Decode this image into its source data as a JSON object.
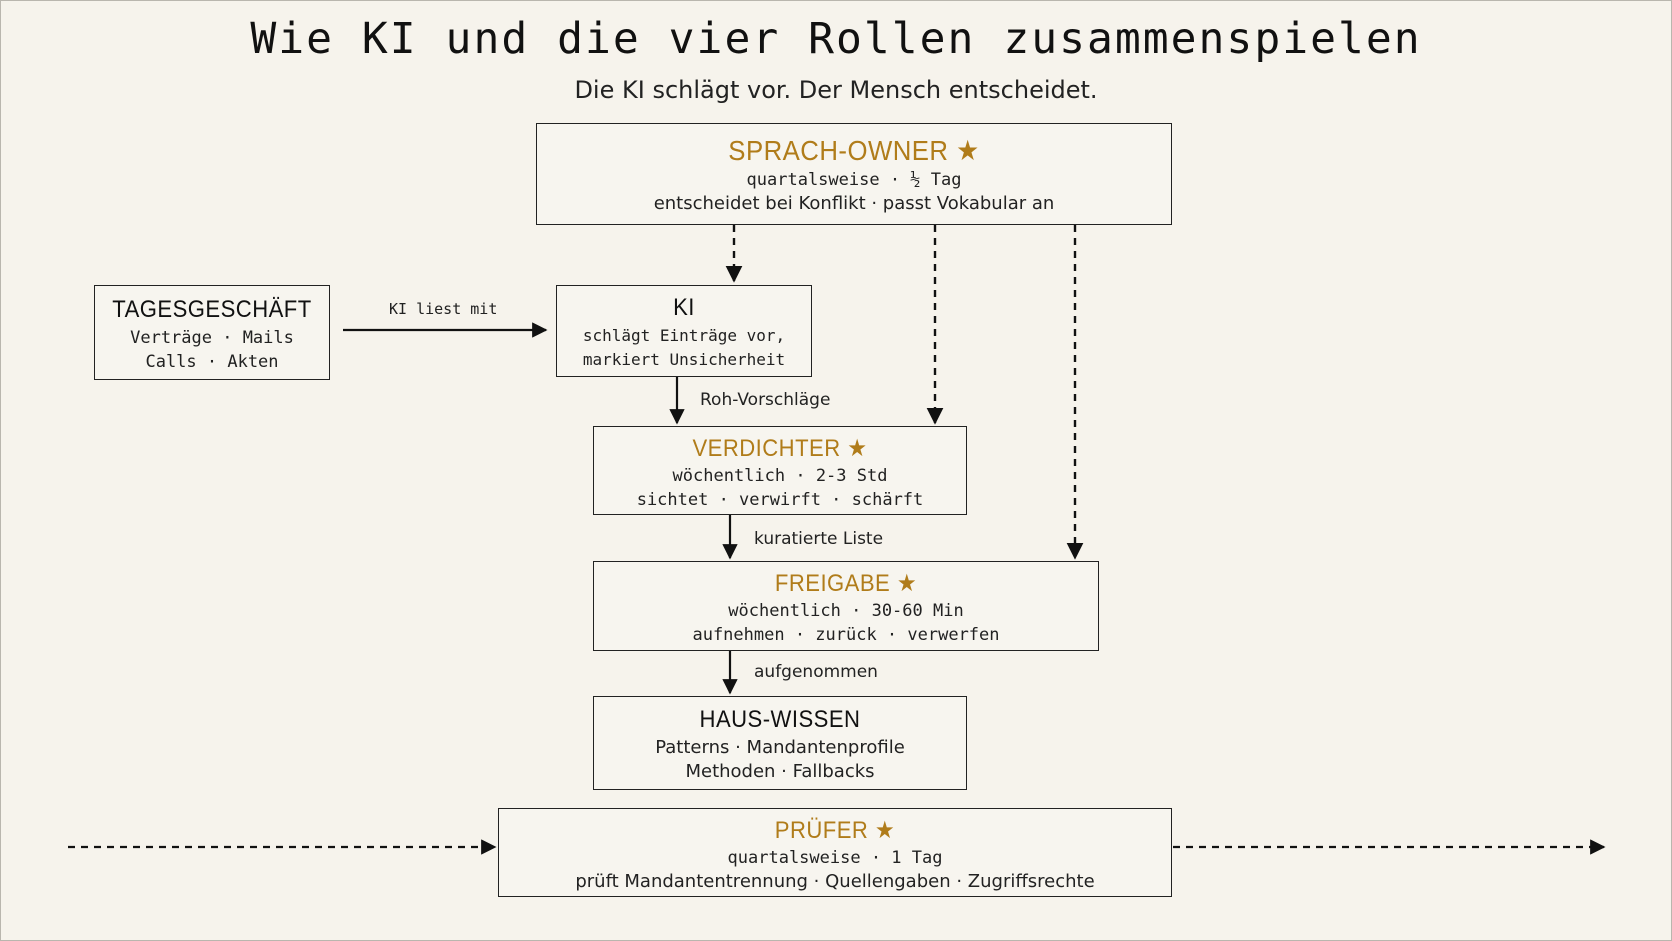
{
  "title": "Wie KI und die vier Rollen zusammenspielen",
  "subtitle": "Die KI schlägt vor. Der Mensch entscheidet.",
  "colors": {
    "accent": "#b07c1a",
    "ink": "#222222",
    "background": "#f6f3ec"
  },
  "nodes": {
    "sprach_owner": {
      "title": "SPRACH-OWNER",
      "star": "★",
      "line1": "quartalsweise · ½ Tag",
      "line2": "entscheidet bei Konflikt · passt Vokabular an"
    },
    "tagesgeschaeft": {
      "title": "TAGESGESCHÄFT",
      "line1": "Verträge · Mails",
      "line2": "Calls · Akten"
    },
    "ki": {
      "title": "KI",
      "line1": "schlägt Einträge vor,",
      "line2": "markiert Unsicherheit"
    },
    "verdichter": {
      "title": "VERDICHTER",
      "star": "★",
      "line1": "wöchentlich · 2-3 Std",
      "line2": "sichtet · verwirft · schärft"
    },
    "freigabe": {
      "title": "FREIGABE",
      "star": "★",
      "line1": "wöchentlich · 30-60 Min",
      "line2": "aufnehmen · zurück · verwerfen"
    },
    "haus_wissen": {
      "title": "HAUS-WISSEN",
      "line1": "Patterns · Mandantenprofile",
      "line2": "Methoden · Fallbacks"
    },
    "pruefer": {
      "title": "PRÜFER",
      "star": "★",
      "line1": "quartalsweise · 1 Tag",
      "line2": "prüft Mandantentrennung · Quellengaben · Zugriffsrechte"
    }
  },
  "edges": {
    "ki_liest_mit": "KI liest mit",
    "roh_vorschlaege": "Roh-Vorschläge",
    "kuratierte_liste": "kuratierte Liste",
    "aufgenommen": "aufgenommen"
  }
}
